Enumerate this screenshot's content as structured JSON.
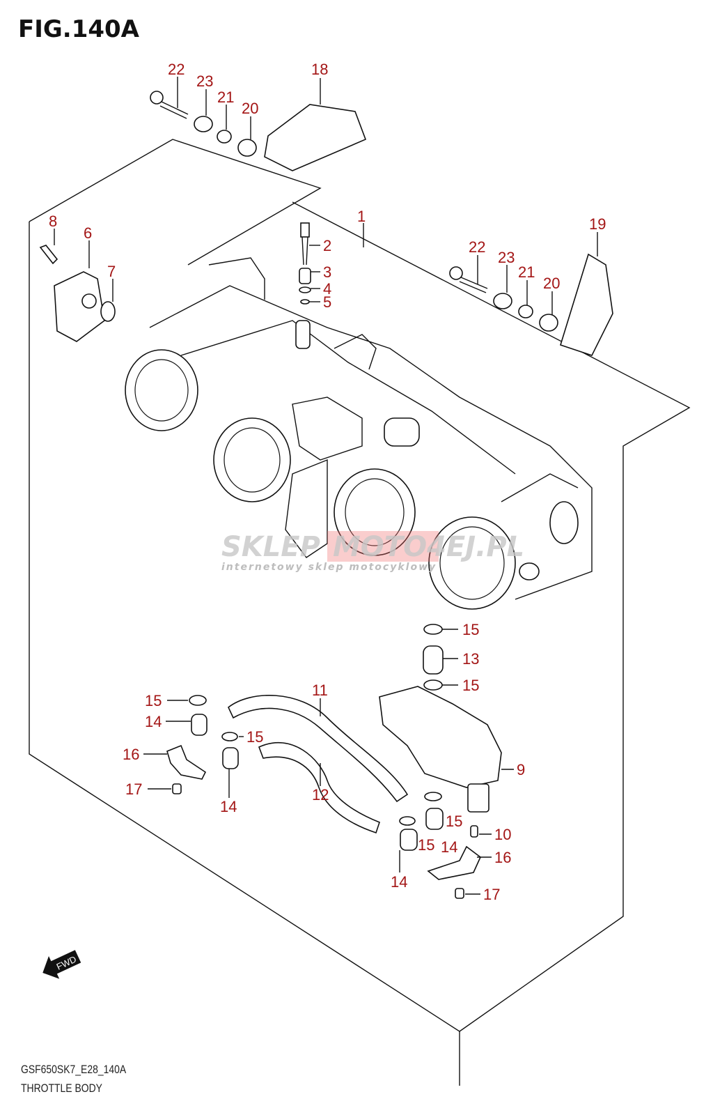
{
  "figure": {
    "title": "FIG.140A",
    "code": "GSF650SK7_E28_140A",
    "name": "THROTTLE BODY"
  },
  "watermark": {
    "brand_left": "SKLEP",
    "brand_right": "MOTO4EJ.PL",
    "tagline": "internetowy sklep motocyklowy",
    "accent_color": "#f07070"
  },
  "orientation": {
    "icon": "fwd-arrow-icon",
    "label": "FWD"
  },
  "callouts": [
    {
      "id": "c1",
      "label": "1"
    },
    {
      "id": "c2",
      "label": "2"
    },
    {
      "id": "c3",
      "label": "3"
    },
    {
      "id": "c4",
      "label": "4"
    },
    {
      "id": "c5",
      "label": "5"
    },
    {
      "id": "c6",
      "label": "6"
    },
    {
      "id": "c7",
      "label": "7"
    },
    {
      "id": "c8",
      "label": "8"
    },
    {
      "id": "c9",
      "label": "9"
    },
    {
      "id": "c10",
      "label": "10"
    },
    {
      "id": "c11",
      "label": "11"
    },
    {
      "id": "c12",
      "label": "12"
    },
    {
      "id": "c13",
      "label": "13"
    },
    {
      "id": "c14a",
      "label": "14"
    },
    {
      "id": "c14b",
      "label": "14"
    },
    {
      "id": "c14c",
      "label": "14"
    },
    {
      "id": "c14d",
      "label": "14"
    },
    {
      "id": "c15a",
      "label": "15"
    },
    {
      "id": "c15b",
      "label": "15"
    },
    {
      "id": "c15c",
      "label": "15"
    },
    {
      "id": "c15d",
      "label": "15"
    },
    {
      "id": "c15e",
      "label": "15"
    },
    {
      "id": "c15f",
      "label": "15"
    },
    {
      "id": "c16a",
      "label": "16"
    },
    {
      "id": "c16b",
      "label": "16"
    },
    {
      "id": "c17a",
      "label": "17"
    },
    {
      "id": "c17b",
      "label": "17"
    },
    {
      "id": "c18",
      "label": "18"
    },
    {
      "id": "c19",
      "label": "19"
    },
    {
      "id": "c20a",
      "label": "20"
    },
    {
      "id": "c20b",
      "label": "20"
    },
    {
      "id": "c21a",
      "label": "21"
    },
    {
      "id": "c21b",
      "label": "21"
    },
    {
      "id": "c22a",
      "label": "22"
    },
    {
      "id": "c22b",
      "label": "22"
    },
    {
      "id": "c23a",
      "label": "23"
    },
    {
      "id": "c23b",
      "label": "23"
    }
  ]
}
